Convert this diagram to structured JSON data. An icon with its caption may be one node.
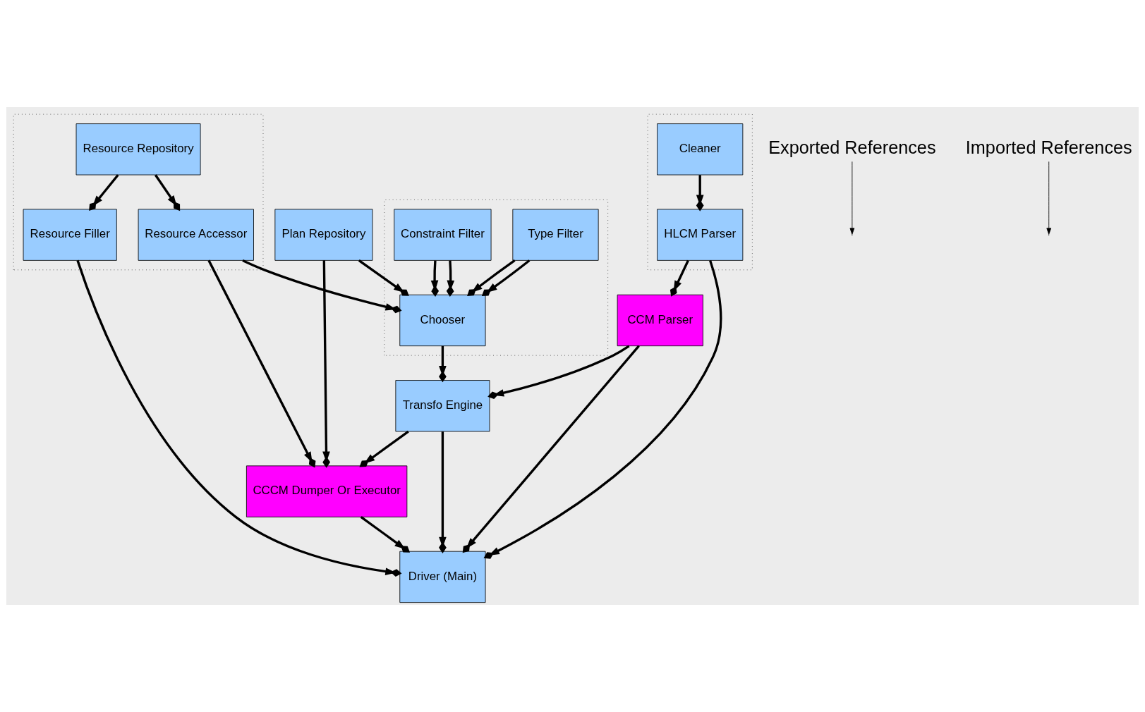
{
  "diagram": {
    "nodes": [
      {
        "text": [],
        "shape": "box"
      },
      {
        "text": [
          "Resource Repository"
        ],
        "in": 0
      },
      {
        "text": [
          "Resource Filler"
        ],
        "in": 0
      },
      {
        "text": [
          "Resource Accessor"
        ],
        "in": 0
      },
      {
        "text": [],
        "shape": "box"
      },
      {
        "text": [
          "Type Filter"
        ],
        "in": 4
      },
      {
        "text": [
          "Constraint Filter"
        ],
        "in": 4
      },
      {
        "text": [
          "Chooser"
        ],
        "in": 4
      },
      {
        "text": [
          "Plan Repository"
        ]
      },
      {
        "text": [],
        "shape": "box"
      },
      {
        "text": [
          "Cleaner"
        ],
        "in": 9
      },
      {
        "text": [
          "HLCM Parser"
        ],
        "in": 9
      },
      {
        "text": [
          "CCM Parser"
        ]
      },
      {
        "text": [
          "Transfo Engine"
        ]
      },
      {
        "text": [
          "CCCM Dumper Or Executor"
        ]
      },
      {
        "text": [
          "Driver (Main)"
        ]
      },
      {
        "text": [
          "Exported References"
        ]
      },
      {
        "text": [
          "Imported References"
        ]
      }
    ],
    "edges": [
      {
        "from": 1,
        "to": 2,
        "arrow": "to"
      },
      {
        "from": 1,
        "to": 3,
        "arrow": "to"
      },
      {
        "from": 5,
        "to": 7,
        "arrow": "to"
      },
      {
        "from": 5,
        "to": 7,
        "arrow": "to"
      },
      {
        "from": 6,
        "to": 7,
        "arrow": "to"
      },
      {
        "from": 6,
        "to": 7,
        "arrow": "to"
      },
      {
        "from": 3,
        "to": 7,
        "arrow": "to"
      },
      {
        "from": 8,
        "to": 7,
        "arrow": "to"
      },
      {
        "from": 10,
        "to": 11,
        "arrow": "to"
      },
      {
        "from": 7,
        "to": 13,
        "arrow": "to"
      },
      {
        "from": 8,
        "to": 14,
        "arrow": "to"
      },
      {
        "from": 3,
        "to": 14,
        "arrow": "to"
      },
      {
        "from": 11,
        "to": 12,
        "arrow": "to"
      },
      {
        "from": 12,
        "to": 13,
        "arrow": "to"
      },
      {
        "from": 13,
        "to": 14,
        "arrow": "to"
      },
      {
        "from": 11,
        "to": 15,
        "arrow": "to"
      },
      {
        "from": 12,
        "to": 15,
        "arrow": "to"
      },
      {
        "from": 2,
        "to": 15,
        "arrow": "to"
      },
      {
        "from": 13,
        "to": 15,
        "arrow": "to"
      },
      {
        "from": 14,
        "to": 15,
        "arrow": "to"
      },
      {
        "from": 16,
        "to": null,
        "arrow": "to"
      },
      {
        "from": 17,
        "to": null,
        "arrow": "to"
      }
    ]
  }
}
